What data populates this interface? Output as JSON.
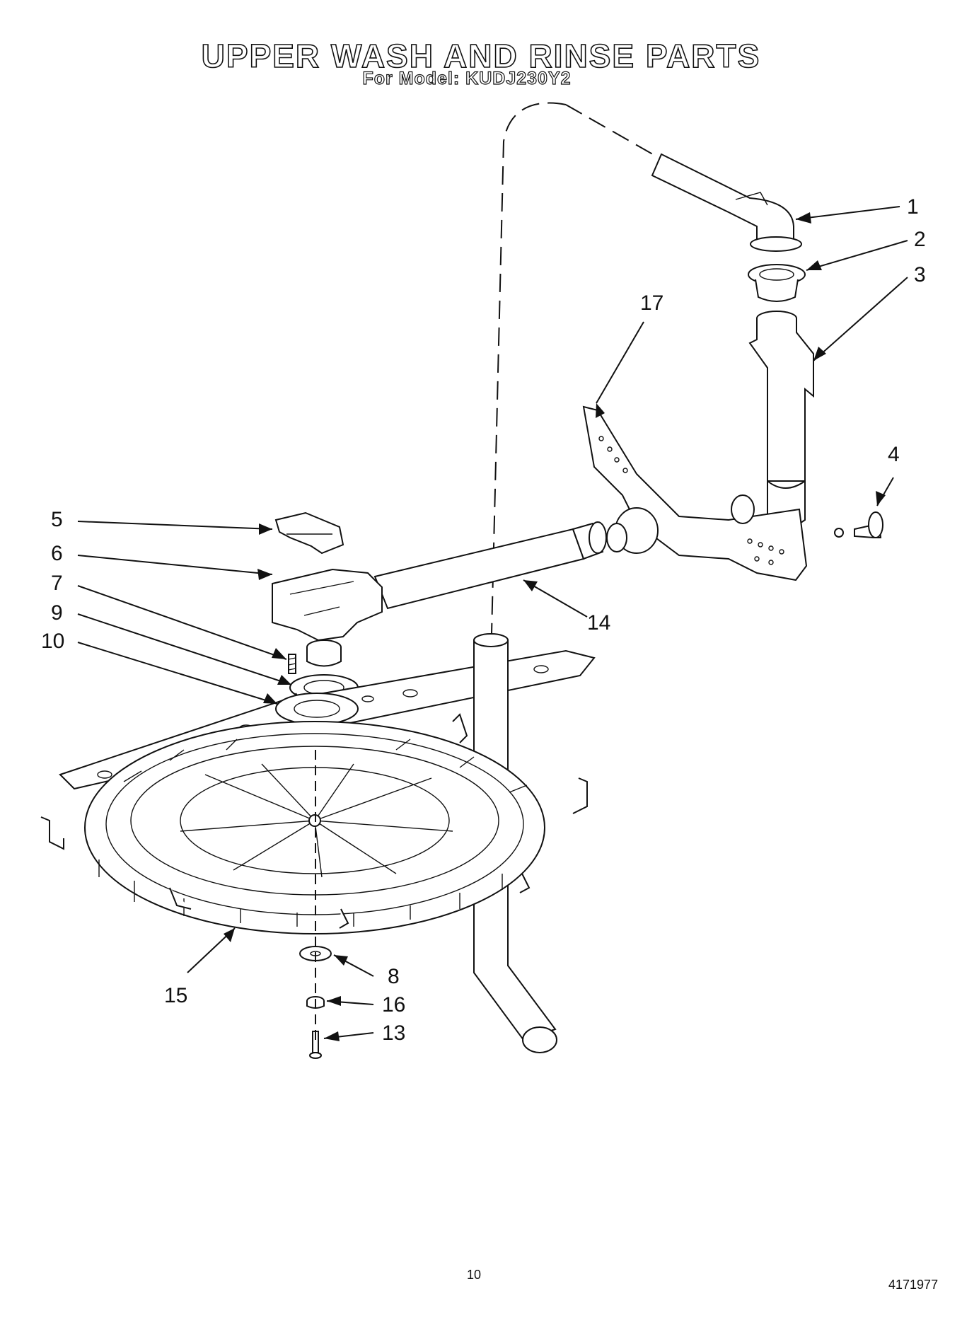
{
  "header": {
    "title": "UPPER WASH AND RINSE PARTS",
    "subtitle": "For Model: KUDJ230Y2"
  },
  "callouts": [
    "1",
    "2",
    "3",
    "4",
    "5",
    "6",
    "7",
    "9",
    "10",
    "14",
    "15",
    "16",
    "17",
    "8",
    "13"
  ],
  "footer": {
    "page_number": "10",
    "doc_number": "4171977"
  }
}
